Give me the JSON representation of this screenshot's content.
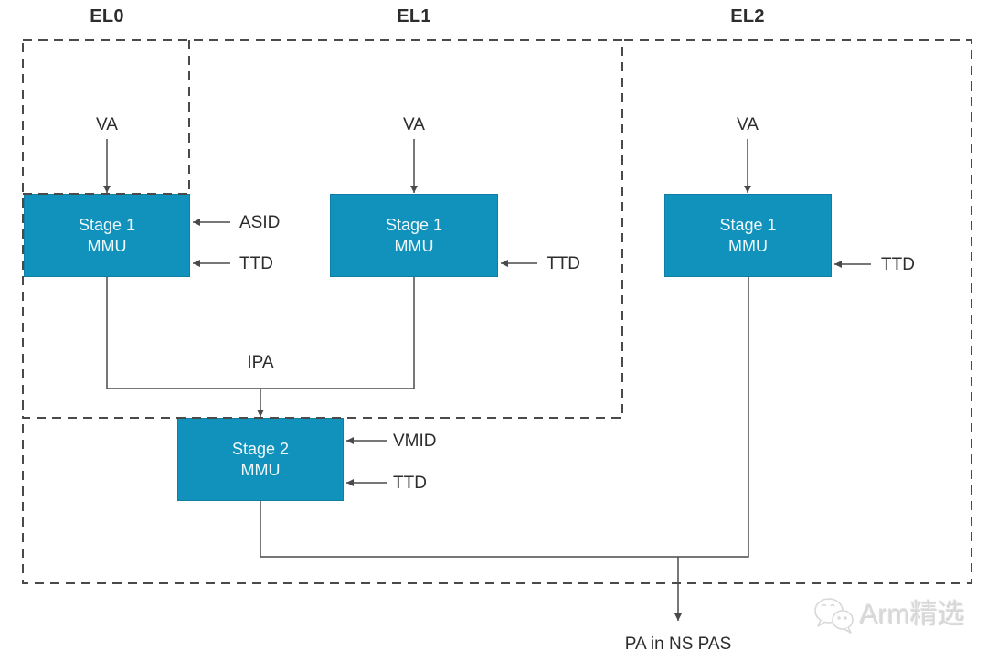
{
  "regions": {
    "el0": {
      "label": "EL0"
    },
    "el1": {
      "label": "EL1"
    },
    "el2": {
      "label": "EL2"
    }
  },
  "blocks": {
    "stage1_el0": {
      "line1": "Stage 1",
      "line2": "MMU"
    },
    "stage1_el1": {
      "line1": "Stage 1",
      "line2": "MMU"
    },
    "stage1_el2": {
      "line1": "Stage 1",
      "line2": "MMU"
    },
    "stage2_el2": {
      "line1": "Stage 2",
      "line2": "MMU"
    }
  },
  "signals": {
    "va_el0": "VA",
    "va_el1": "VA",
    "va_el2": "VA",
    "asid": "ASID",
    "ttd_el0": "TTD",
    "ttd_el1": "TTD",
    "ttd_el2": "TTD",
    "ttd_stage2": "TTD",
    "ipa": "IPA",
    "vmid": "VMID",
    "pa_output": "PA in NS PAS"
  },
  "watermark": {
    "text": "Arm精选"
  },
  "colors": {
    "page_bg": "#FFFFFF",
    "block_fill": "#1192BC",
    "block_text": "#EFF8FB",
    "line_color": "#4A4A4A",
    "label_text": "#2D2D2D",
    "watermark_color": "#D8D8D8"
  }
}
